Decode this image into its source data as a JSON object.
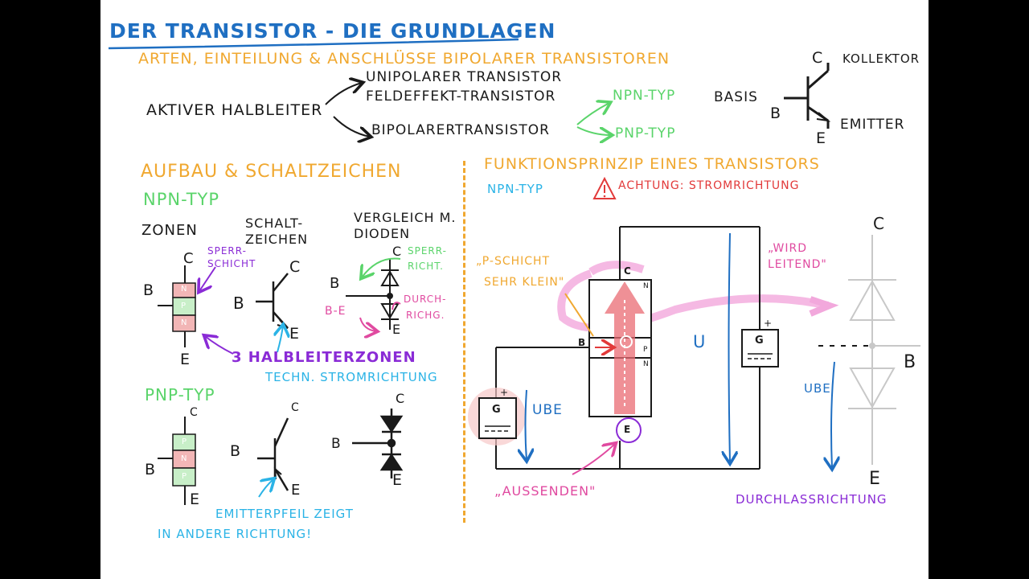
{
  "title": "DER TRANSISTOR - DIE GRUNDLAGEN",
  "subtitle": "ARTEN, EINTEILUNG & ANSCHLÜSSE BIPOLARER TRANSISTOREN",
  "classification": {
    "root": "AKTIVER HALBLEITER",
    "unipolar_line1": "UNIPOLARER TRANSISTOR",
    "unipolar_line2": "FELDEFFEKT-TRANSISTOR",
    "bipolar": "BIPOLARERTRANSISTOR",
    "npn": "NPN-TYP",
    "pnp": "PNP-TYP"
  },
  "symbol_legend": {
    "basis": "BASIS",
    "b": "B",
    "c": "C",
    "e": "E",
    "kollektor": "KOLLEKTOR",
    "emitter": "EMITTER"
  },
  "left_section": {
    "heading": "AUFBAU & SCHALTZEICHEN",
    "npn_heading": "NPN-TYP",
    "col_zonen": "ZONEN",
    "col_schalt_1": "SCHALT-",
    "col_schalt_2": "ZEICHEN",
    "col_vergleich_1": "VERGLEICH M.",
    "col_vergleich_2": "DIODEN",
    "sperrschicht_1": "SPERR-",
    "sperrschicht_2": "SCHICHT",
    "zone_n": "N",
    "zone_p": "P",
    "sperr_richt_1": "SPERR-",
    "sperr_richt_2": "RICHT.",
    "durch_richt_1": "DURCH-",
    "durch_richt_2": "RICHG.",
    "be": "B-E",
    "halbleiterzonen": "3 HALBLEITERZONEN",
    "techn_stromrichtung": "TECHN. STROMRICHTUNG",
    "pnp_heading": "PNP-TYP",
    "emitterpfeil_1": "EMITTERPFEIL ZEIGT",
    "emitterpfeil_2": "IN ANDERE RICHTUNG!",
    "label_b": "B",
    "label_c": "C",
    "label_e": "E"
  },
  "right_section": {
    "heading": "FUNKTIONSPRINZIP EINES TRANSISTORS",
    "npn_typ": "NPN-TYP",
    "warning": "ACHTUNG: STROMRICHTUNG",
    "p_schicht_1": "„P-SCHICHT",
    "p_schicht_2": "SEHR KLEIN\"",
    "wird_1": "„WIRD",
    "wird_2": "LEITEND\"",
    "aussenden": "„AUSSENDEN\"",
    "durchlass": "DURCHLASSRICHTUNG",
    "u": "U",
    "ube": "UBE",
    "g": "G",
    "plus": "+",
    "layer_n": "n",
    "layer_p": "p",
    "pin_c": "C",
    "pin_b": "B",
    "pin_e": "E"
  },
  "colors": {
    "blue": "#1f6fc2",
    "orange": "#f0a830",
    "green": "#5ad46a",
    "purple": "#8a2bd6",
    "pink": "#e04aa0",
    "cyan": "#2ab3e6",
    "red": "#e23a3a",
    "zone_n_fill": "#f2b6b6",
    "zone_p_fill": "#c8efc8"
  }
}
